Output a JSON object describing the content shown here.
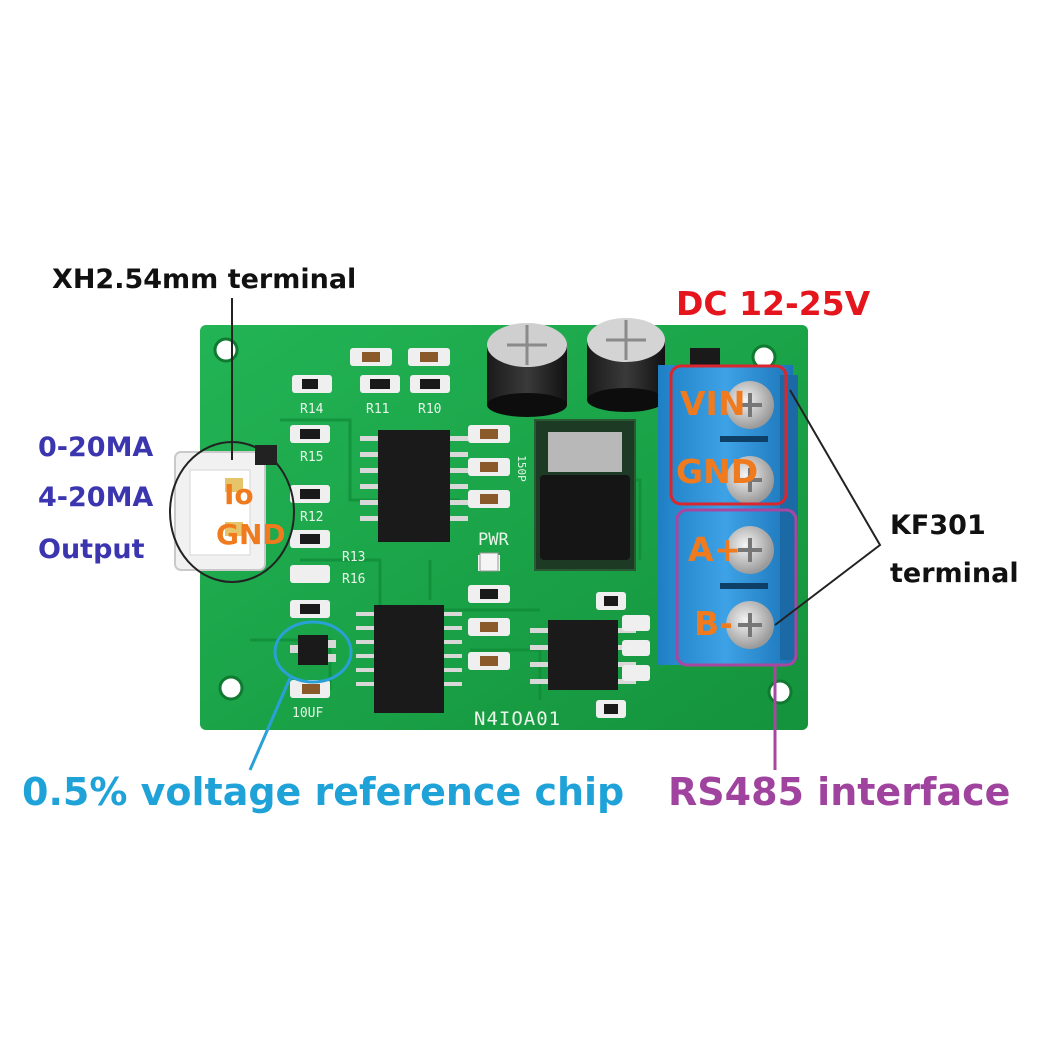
{
  "annotations": {
    "xh_terminal": "XH2.54mm terminal",
    "output_line1": "0-20MA",
    "output_line2": "4-20MA",
    "output_line3": "Output",
    "pin_io": "Io",
    "pin_gnd": "GND",
    "dc_supply": "DC 12-25V",
    "pin_vin": "VIN",
    "pin_gnd2": "GND",
    "pin_a": "A+",
    "pin_b": "B-",
    "kf301_line1": "KF301",
    "kf301_line2": "terminal",
    "voltage_ref": "0.5% voltage reference chip",
    "rs485": "RS485 interface"
  },
  "silkscreen": {
    "model": "N4IOA01",
    "pwr": "PWR",
    "r14": "R14",
    "r11": "R11",
    "r10": "R10",
    "r15": "R15",
    "r12": "R12",
    "r13": "R13",
    "r16": "R16",
    "cap_10uf": "10UF",
    "cap_150p": "150P"
  },
  "colors": {
    "pcb": "#1aa84a",
    "terminal": "#2a8fd6",
    "black_label": "#111111",
    "blue_label": "#3b36b0",
    "orange_label": "#f07a1e",
    "red_label": "#e4151c",
    "cyan_label": "#1fa2d8",
    "purple_label": "#a0439e"
  }
}
